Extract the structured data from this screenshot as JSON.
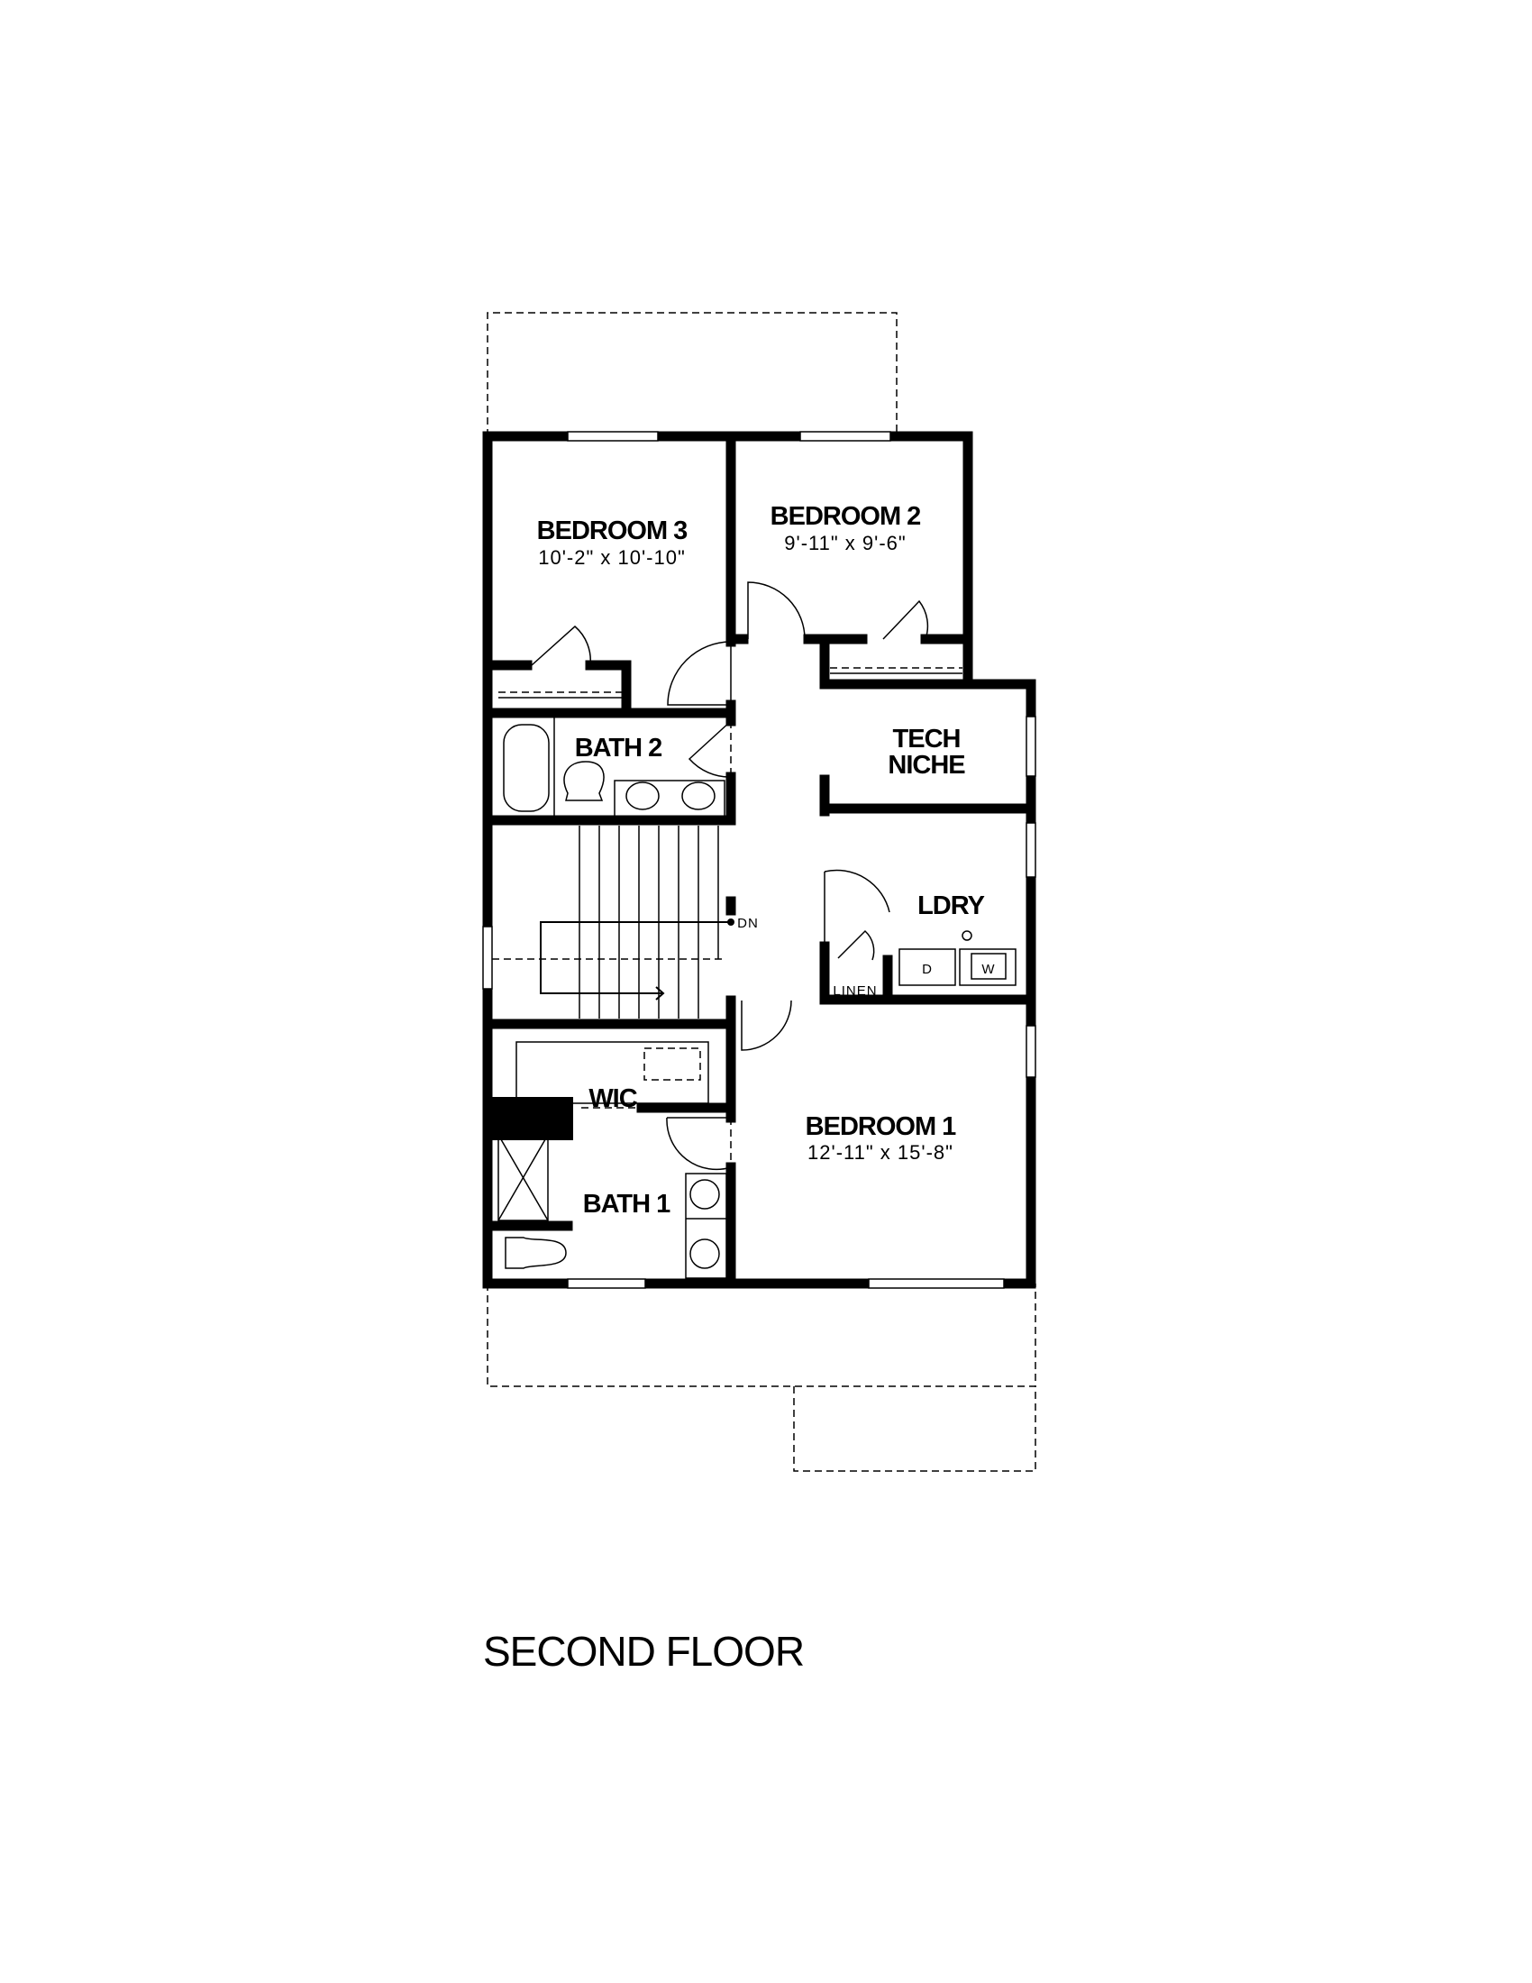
{
  "plan": {
    "title": "SECOND FLOOR",
    "rooms": {
      "bedroom3": {
        "name": "BEDROOM 3",
        "dims": "10'-2\" x 10'-10\""
      },
      "bedroom2": {
        "name": "BEDROOM 2",
        "dims": "9'-11\" x 9'-6\""
      },
      "tech_niche": {
        "line1": "TECH",
        "line2": "NICHE"
      },
      "bath2": {
        "name": "BATH 2"
      },
      "ldry": {
        "name": "LDRY"
      },
      "linen": {
        "name": "LINEN"
      },
      "wic": {
        "name": "WIC"
      },
      "bath1": {
        "name": "BATH 1"
      },
      "bedroom1": {
        "name": "BEDROOM 1",
        "dims": "12'-11\" x 15'-8\""
      }
    },
    "stair_label": "DN",
    "appliances": {
      "dryer": "D",
      "washer": "W"
    }
  }
}
